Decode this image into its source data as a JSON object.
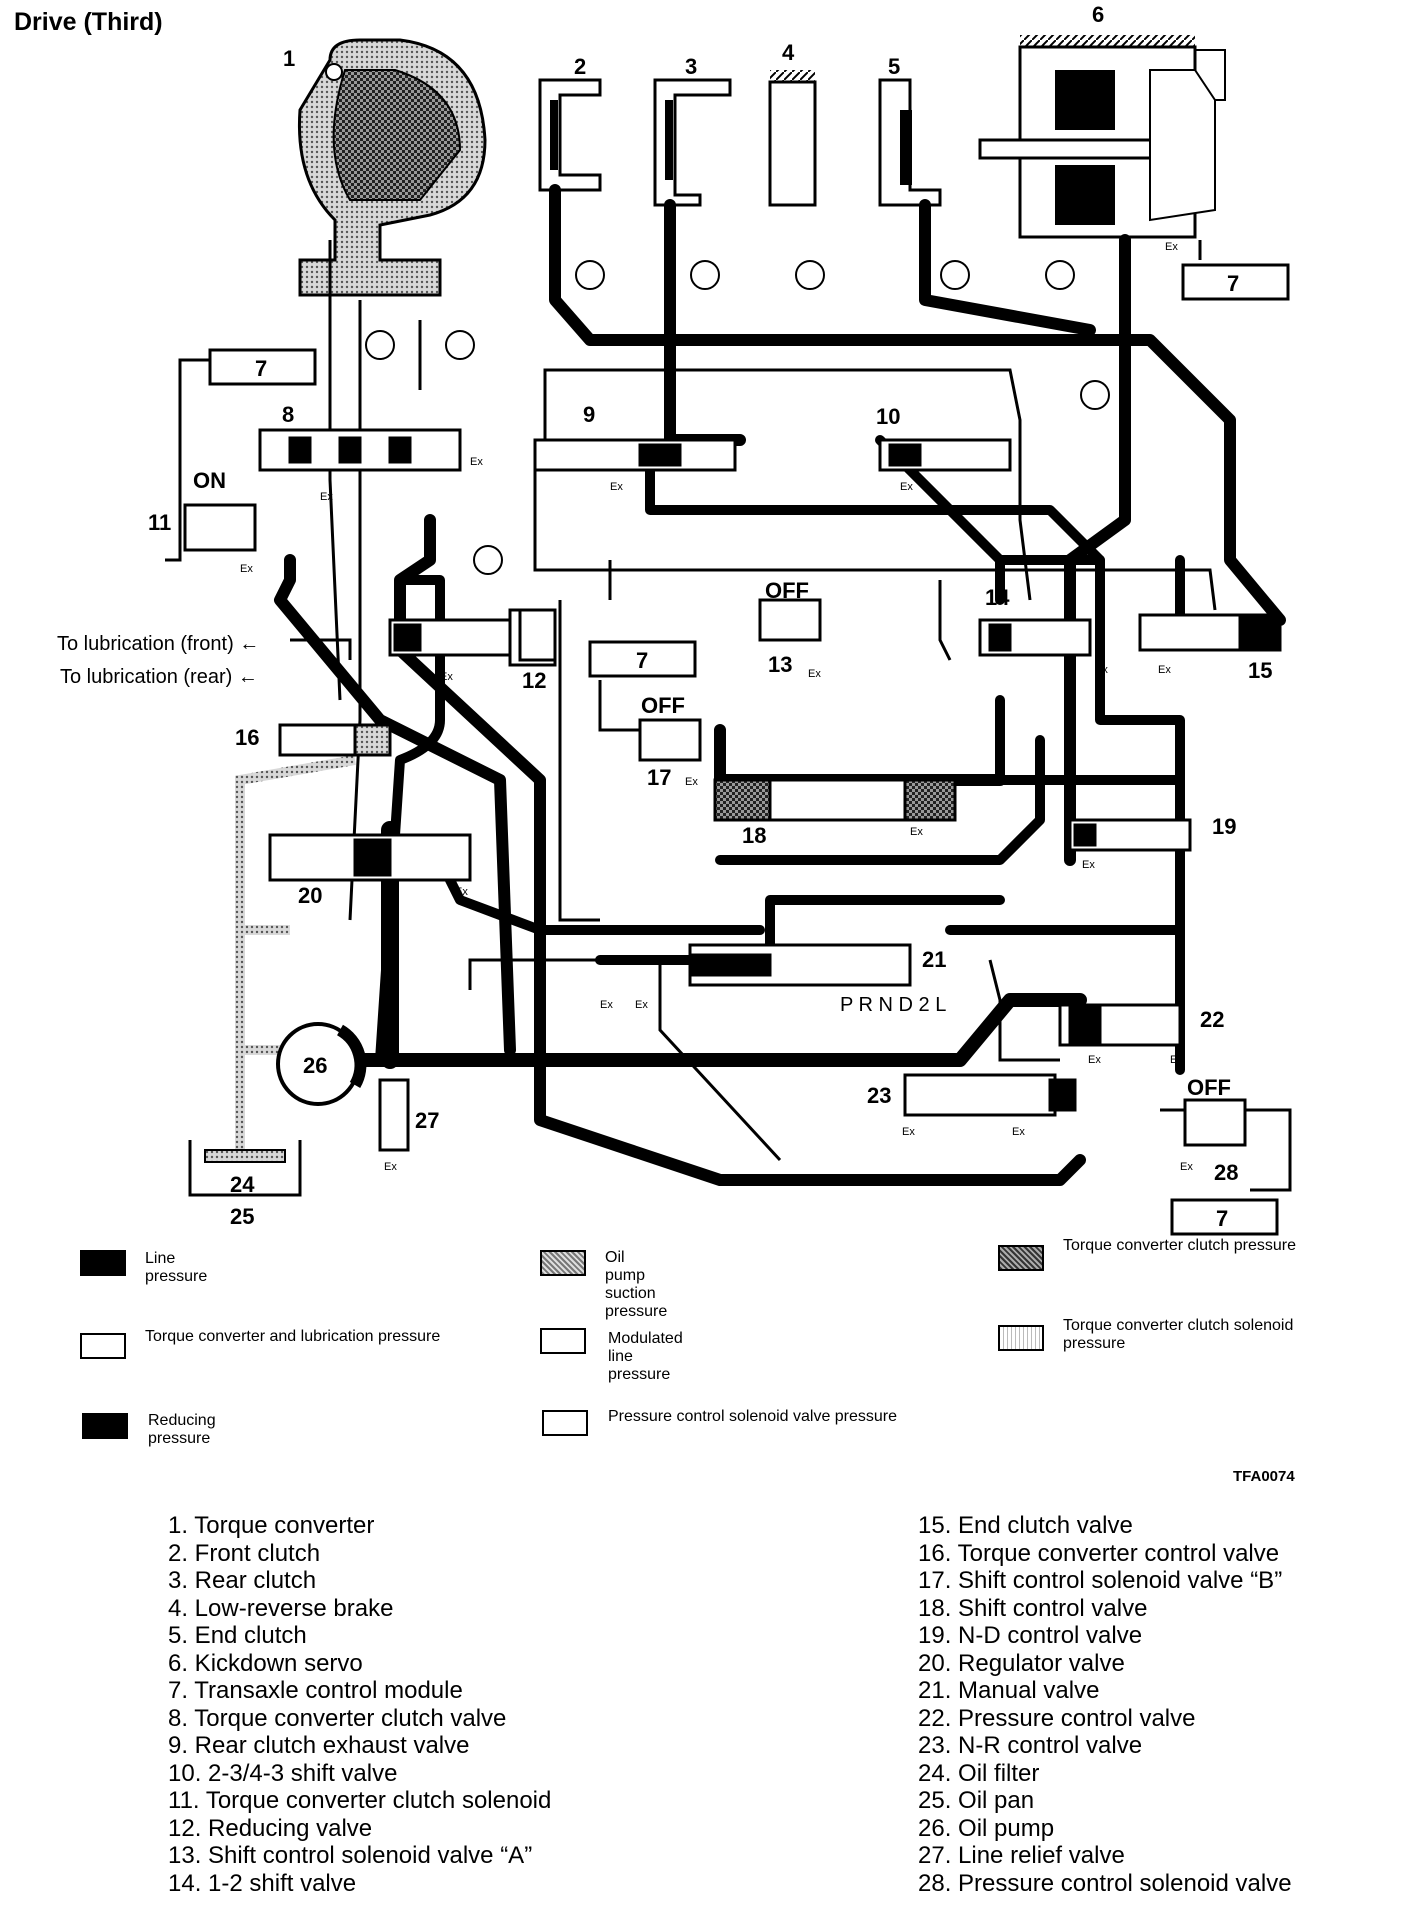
{
  "title": "Drive (Third)",
  "diagram_labels": {
    "n1": "1",
    "n2": "2",
    "n3": "3",
    "n4": "4",
    "n5": "5",
    "n6": "6",
    "n7": "7",
    "n8": "8",
    "n9": "9",
    "n10": "10",
    "n11": "11",
    "n12": "12",
    "n13": "13",
    "n14": "14",
    "n15": "15",
    "n16": "16",
    "n17": "17",
    "n18": "18",
    "n19": "19",
    "n20": "20",
    "n21": "21",
    "n22": "22",
    "n23": "23",
    "n24": "24",
    "n25": "25",
    "n26": "26",
    "n27": "27",
    "n28": "28",
    "on": "ON",
    "off": "OFF",
    "ex": "Ex",
    "lube_front": "To lubrication (front) ←",
    "lube_rear": "To lubrication (rear) ←",
    "prnd": "P R N D 2 L"
  },
  "legend": [
    {
      "label": "Line pressure",
      "swatch": "line"
    },
    {
      "label": "Oil pump suction pressure",
      "swatch": "dots"
    },
    {
      "label": "Torque converter clutch pressure",
      "swatch": "check"
    },
    {
      "label": "Torque converter and lubrication pressure",
      "swatch": "white"
    },
    {
      "label": "Modulated line pressure",
      "swatch": "white"
    },
    {
      "label": "Torque converter clutch solenoid pressure",
      "swatch": "tcs"
    },
    {
      "label": "Reducing pressure",
      "swatch": "reduce"
    },
    {
      "label": "Pressure control solenoid valve pressure",
      "swatch": "white"
    }
  ],
  "figure_code": "TFA0074",
  "parts_left": [
    "1. Torque converter",
    "2. Front clutch",
    "3. Rear clutch",
    "4. Low-reverse brake",
    "5. End clutch",
    "6. Kickdown servo",
    "7. Transaxle control module",
    "8. Torque converter clutch valve",
    "9. Rear clutch exhaust valve",
    "10. 2-3/4-3 shift valve",
    "11. Torque converter clutch solenoid",
    "12. Reducing valve",
    "13. Shift control solenoid valve “A”",
    "14. 1-2 shift valve"
  ],
  "parts_right": [
    "15. End clutch valve",
    "16. Torque converter control valve",
    "17. Shift control solenoid valve “B”",
    "18. Shift control valve",
    "19. N-D control valve",
    "20. Regulator valve",
    "21. Manual valve",
    "22. Pressure control valve",
    "23. N-R control valve",
    "24. Oil filter",
    "25. Oil pan",
    "26. Oil pump",
    "27. Line relief valve",
    "28. Pressure control solenoid valve"
  ]
}
